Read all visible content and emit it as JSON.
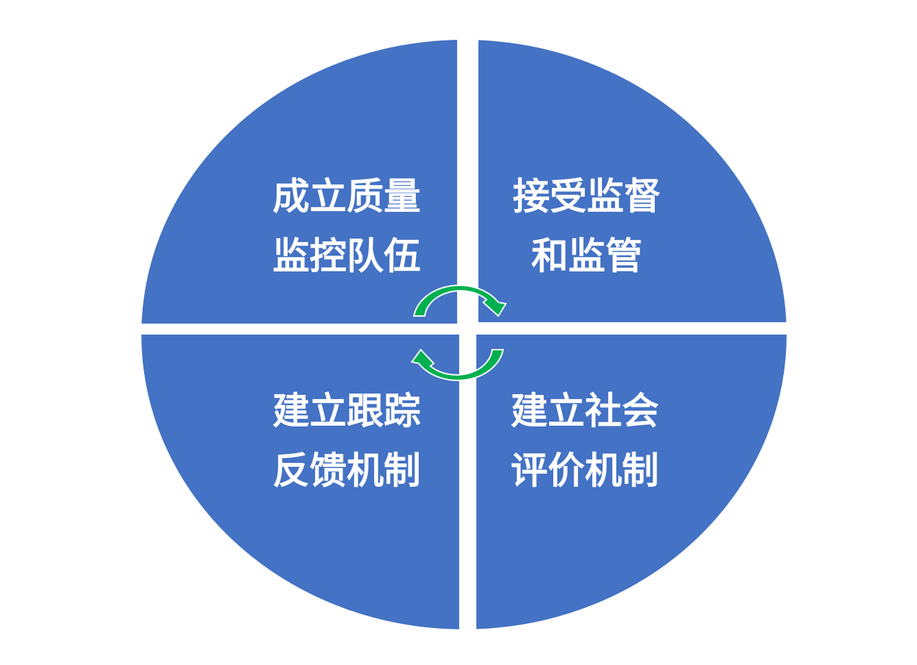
{
  "colors": {
    "quadrant": "#4472C4",
    "arrow": "#00B050",
    "background": "#FFFFFF"
  },
  "quadrants": [
    {
      "lines": [
        "成立质量",
        "监控队伍"
      ]
    },
    {
      "lines": [
        "接受监督",
        "和监管"
      ]
    },
    {
      "lines": [
        "建立跟踪",
        "反馈机制"
      ]
    },
    {
      "lines": [
        "建立社会",
        "评价机制"
      ]
    }
  ],
  "icons": [
    "cycle-arrow-clockwise-top",
    "cycle-arrow-clockwise-bottom"
  ]
}
